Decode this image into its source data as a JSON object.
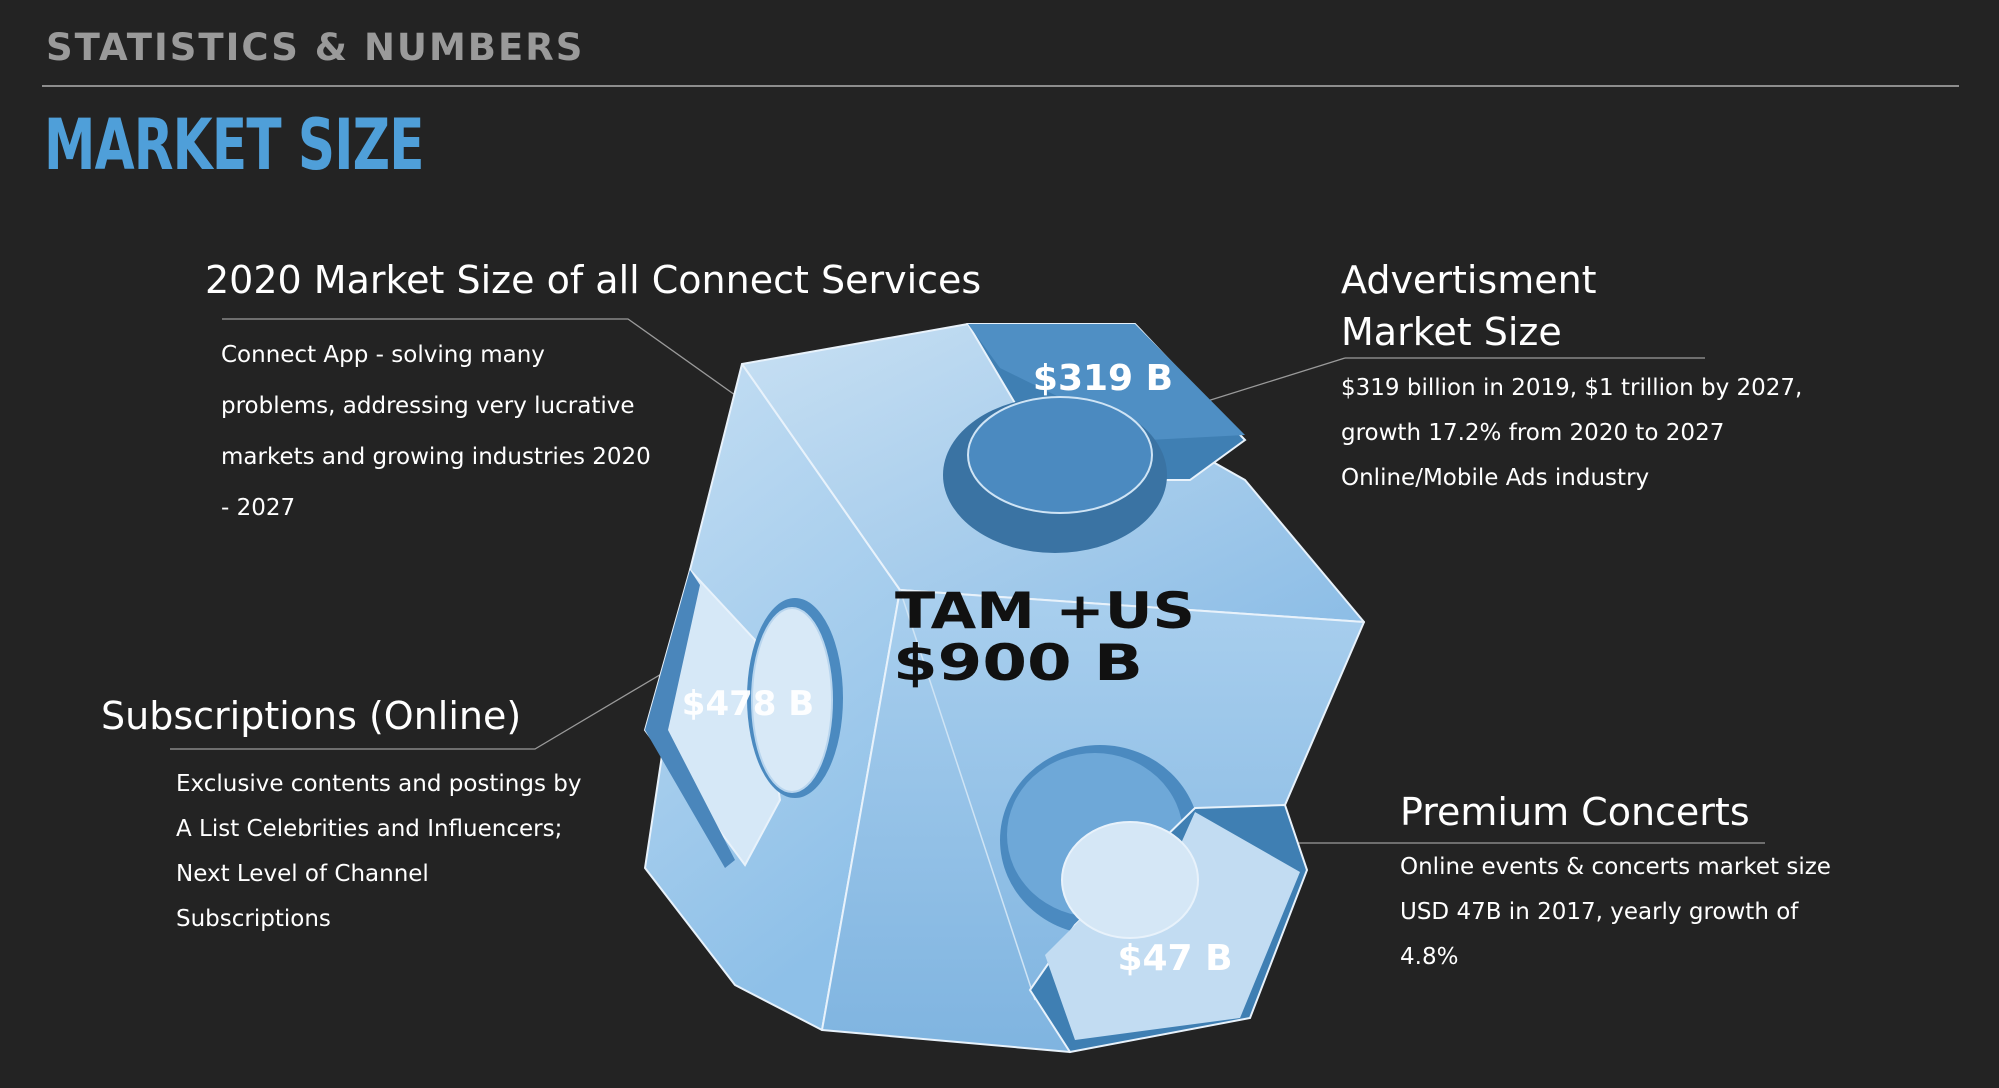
{
  "header": {
    "kicker": "STATISTICS & NUMBERS",
    "title": "MARKET SIZE"
  },
  "center": {
    "line1": "TAM +US",
    "line2": "$900 B"
  },
  "pieces": {
    "advertisement": "$319 B",
    "subscriptions": "$478 B",
    "concerts": "$47 B"
  },
  "callouts": {
    "connect": {
      "title": "2020 Market Size of all Connect Services",
      "lines": [
        "Connect App - solving many",
        "problems, addressing very lucrative",
        "markets and growing industries 2020",
        "- 2027"
      ]
    },
    "advertisement": {
      "title_lines": [
        "Advertisment",
        "Market Size"
      ],
      "lines": [
        "$319 billion in 2019, $1 trillion by 2027,",
        "growth 17.2% from 2020 to 2027",
        "Online/Mobile Ads industry"
      ]
    },
    "subscriptions": {
      "title": "Subscriptions (Online)",
      "lines": [
        "Exclusive contents and postings by",
        "A List Celebrities and Influencers;",
        "Next Level of Channel",
        "Subscriptions"
      ]
    },
    "concerts": {
      "title": "Premium Concerts",
      "lines": [
        "Online events & concerts market size",
        "USD 47B in 2017, yearly growth of",
        "4.8%"
      ]
    }
  },
  "colors": {
    "background": "#232323",
    "title_blue": "#4f9fd9",
    "cube_light": "#b7d6f0",
    "cube_mid": "#8fbde6",
    "piece_dark": "#4d8cc0"
  }
}
